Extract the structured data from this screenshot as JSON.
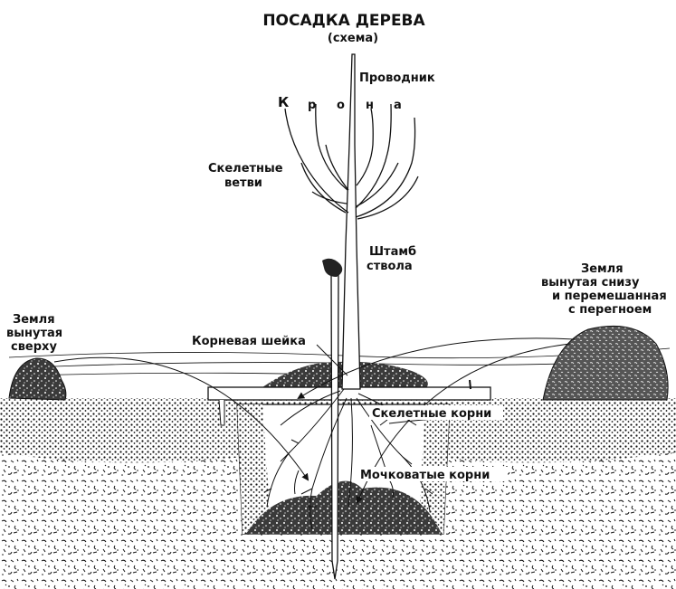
{
  "title": "ПОСАДКА ДЕРЕВА",
  "subtitle": "(схема)",
  "labels": {
    "conductor": "Проводник",
    "crown_letters": [
      "К",
      "р",
      "о",
      "н",
      "а"
    ],
    "skeletal_branches_1": "Скелетные",
    "skeletal_branches_2": "ветви",
    "trunk_1": "Штамб",
    "trunk_2": "ствола",
    "root_collar": "Корневая шейка",
    "topsoil_1": "Земля",
    "topsoil_2": "вынутая",
    "topsoil_3": "сверху",
    "subsoil_1": "Земля",
    "subsoil_2": "вынутая снизу",
    "subsoil_3": "и перемешанная",
    "subsoil_4": "с перегноем",
    "skeletal_roots": "Скелетные корни",
    "fibrous_roots": "Мочковатые корни"
  },
  "colors": {
    "ink": "#111111",
    "paper": "#ffffff",
    "soil_dark": "#2a2a2a"
  }
}
